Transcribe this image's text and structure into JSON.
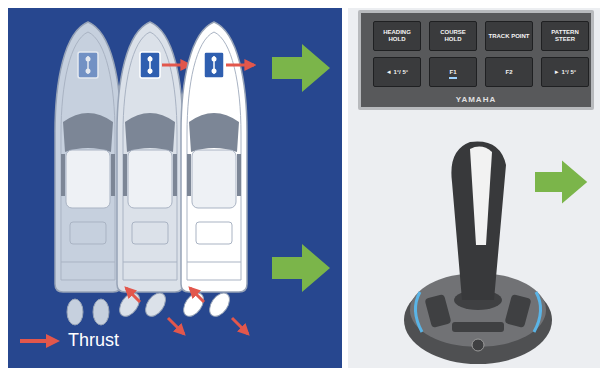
{
  "diagram": {
    "nodes": [
      {
        "text": [
          "YAMAHA"
        ]
      },
      {
        "text": [
          "HEADING HOLD"
        ],
        "in": 0
      },
      {
        "text": [
          "COURSE HOLD"
        ],
        "in": 0
      },
      {
        "text": [
          "TRACK POINT"
        ],
        "in": 0
      },
      {
        "text": [
          "PATTERN STEER"
        ],
        "in": 0
      },
      {
        "text": [
          "◄ 1°/ 5°"
        ],
        "in": 0
      },
      {
        "text": [
          "F1"
        ],
        "in": 0
      },
      {
        "text": [
          "F2"
        ],
        "in": 0
      },
      {
        "text": [
          "► 1°/ 5°"
        ],
        "in": 0
      }
    ],
    "legend": [
      {
        "text": "Thrust"
      }
    ]
  }
}
